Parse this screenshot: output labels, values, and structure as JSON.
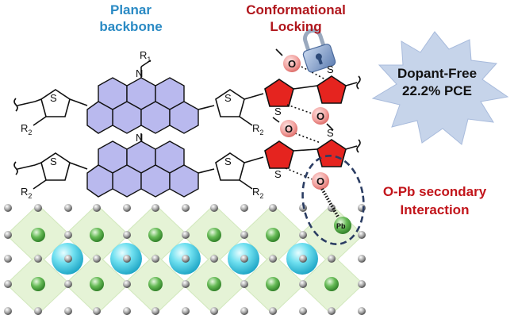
{
  "labels": {
    "planar_line1": "Planar",
    "planar_line2": "backbone",
    "locking_line1": "Conformational",
    "locking_line2": "Locking",
    "pce_line1": "Dopant-Free",
    "pce_line2": "22.2% PCE",
    "interaction_line1": "O-Pb secondary",
    "interaction_line2": "Interaction"
  },
  "atoms": {
    "nitrogen": "N",
    "sulfur": "S",
    "oxygen": "O",
    "lead": "Pb",
    "r1": "R",
    "r1_sub": "1",
    "r2": "R",
    "r2_sub": "2"
  },
  "colors": {
    "planar_text": "#2a8ac4",
    "locking_text": "#b0161c",
    "interaction_text": "#c2151b",
    "pce_text": "#111111",
    "burst_fill": "#c6d4ea",
    "pyrene_fill": "#b9b9ee",
    "thiophene_locked": "#e5241f",
    "oxygen_sphere": "#f09a98",
    "perovskite_octahedron": "#e5f3d6",
    "pb_sphere": "#59b14f",
    "large_cation": "#52d8ec",
    "halide_sphere": "#9a9a9a",
    "dashed_ellipse": "#2b3d63"
  }
}
